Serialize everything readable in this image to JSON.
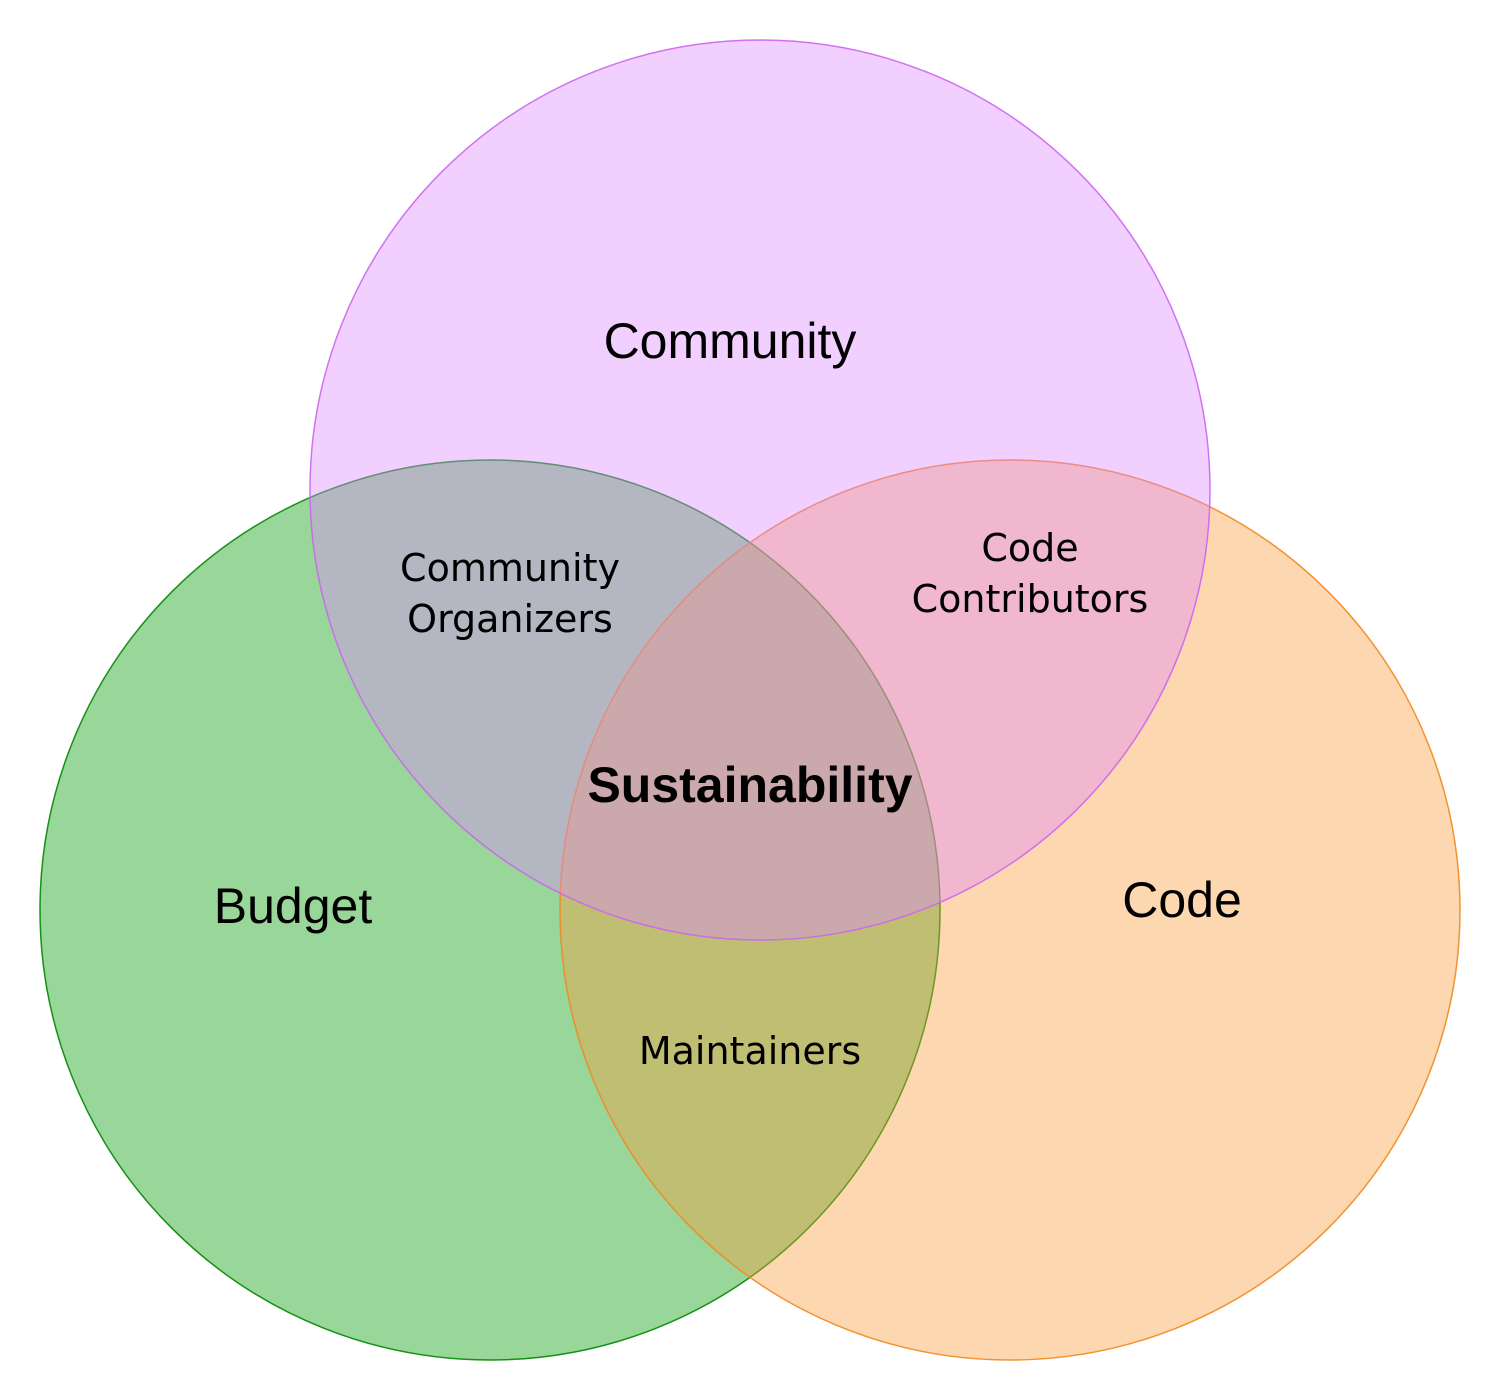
{
  "diagram": {
    "type": "venn",
    "sets": [
      {
        "id": "budget",
        "label": "Budget",
        "fill": "#009900",
        "stroke": "#009900",
        "fill_opacity": 0.4
      },
      {
        "id": "community",
        "label": "Community",
        "fill": "#dd88ff",
        "stroke": "#cc66ee",
        "fill_opacity": 0.4
      },
      {
        "id": "code",
        "label": "Code",
        "fill": "#f99a3a",
        "stroke": "#f08a20",
        "fill_opacity": 0.4
      }
    ],
    "intersections": {
      "community_budget": {
        "line1": "Community",
        "line2": "Organizers"
      },
      "community_code": {
        "line1": "Code",
        "line2": "Contributors"
      },
      "budget_code": {
        "label": "Maintainers"
      },
      "all": {
        "label": "Sustainability"
      }
    }
  }
}
